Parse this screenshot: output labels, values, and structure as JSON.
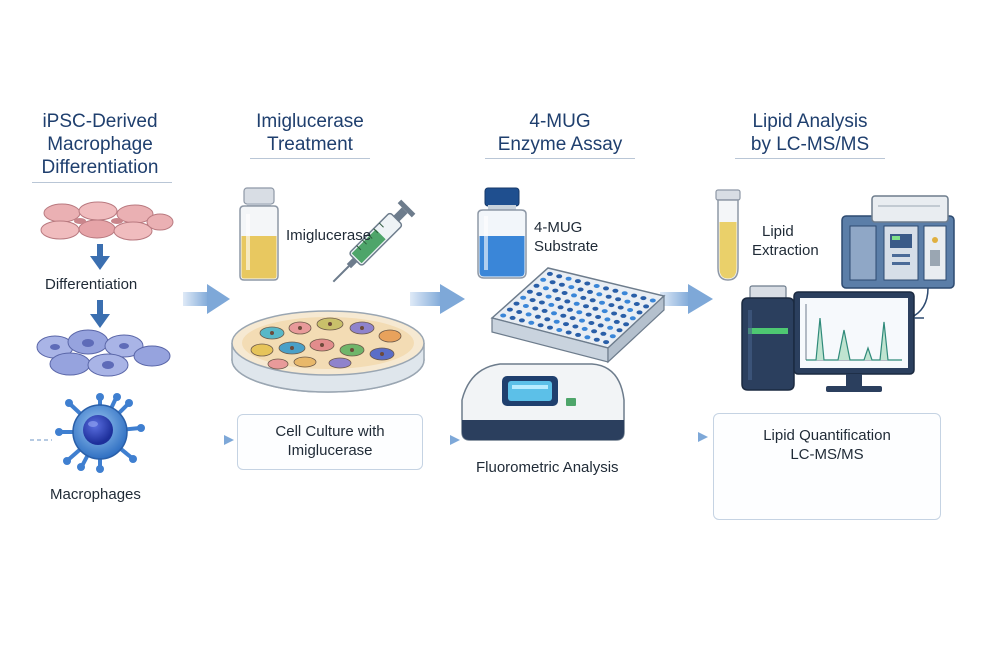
{
  "steps": [
    {
      "title_line1": "iPSC-Derived",
      "title_line2": "Macrophage",
      "title_line3": "Differentiation"
    },
    {
      "title_line1": "Imiglucerase",
      "title_line2": "Treatment"
    },
    {
      "title_line1": "4-MUG",
      "title_line2": "Enzyme Assay"
    },
    {
      "title_line1": "Lipid Analysis",
      "title_line2": "by LC-MS/MS"
    }
  ],
  "labels": {
    "differentiation": "Differentiation",
    "macrophages": "Macrophages",
    "imiglucerase": "Imiglucerase",
    "substrate_line1": "4-MUG",
    "substrate_line2": "Substrate",
    "lipid_line1": "Lipid",
    "lipid_line2": "Extraction",
    "fluorometric": "Fluorometric Analysis"
  },
  "boxes": {
    "cell_culture_line1": "Cell Culture with",
    "cell_culture_line2": "Imiglucerase",
    "lipid_quant_line1": "Lipid Quantification",
    "lipid_quant_line2": "LC-MS/MS"
  },
  "colors": {
    "title": "#1f3f6e",
    "arrow": "#7ea8d8",
    "cell_pink": "#e8a9ac",
    "cell_purple": "#8c9bd8",
    "macrophage": "#3f7fd0",
    "fluid_yellow": "#e8c860",
    "fluid_blue": "#3a86d8",
    "peaks": [
      "#2f62b8",
      "#9bc45a",
      "#4aa5b8",
      "#e49a9a",
      "#4e78c8"
    ]
  },
  "icons": [
    "arrow-down-icon",
    "syringe-icon",
    "vial-icon",
    "petri-dish-icon",
    "well-plate-icon",
    "fluorometer-icon",
    "test-tube-icon",
    "mass-spectrometer-icon",
    "monitor-icon",
    "chromatogram-icon"
  ]
}
